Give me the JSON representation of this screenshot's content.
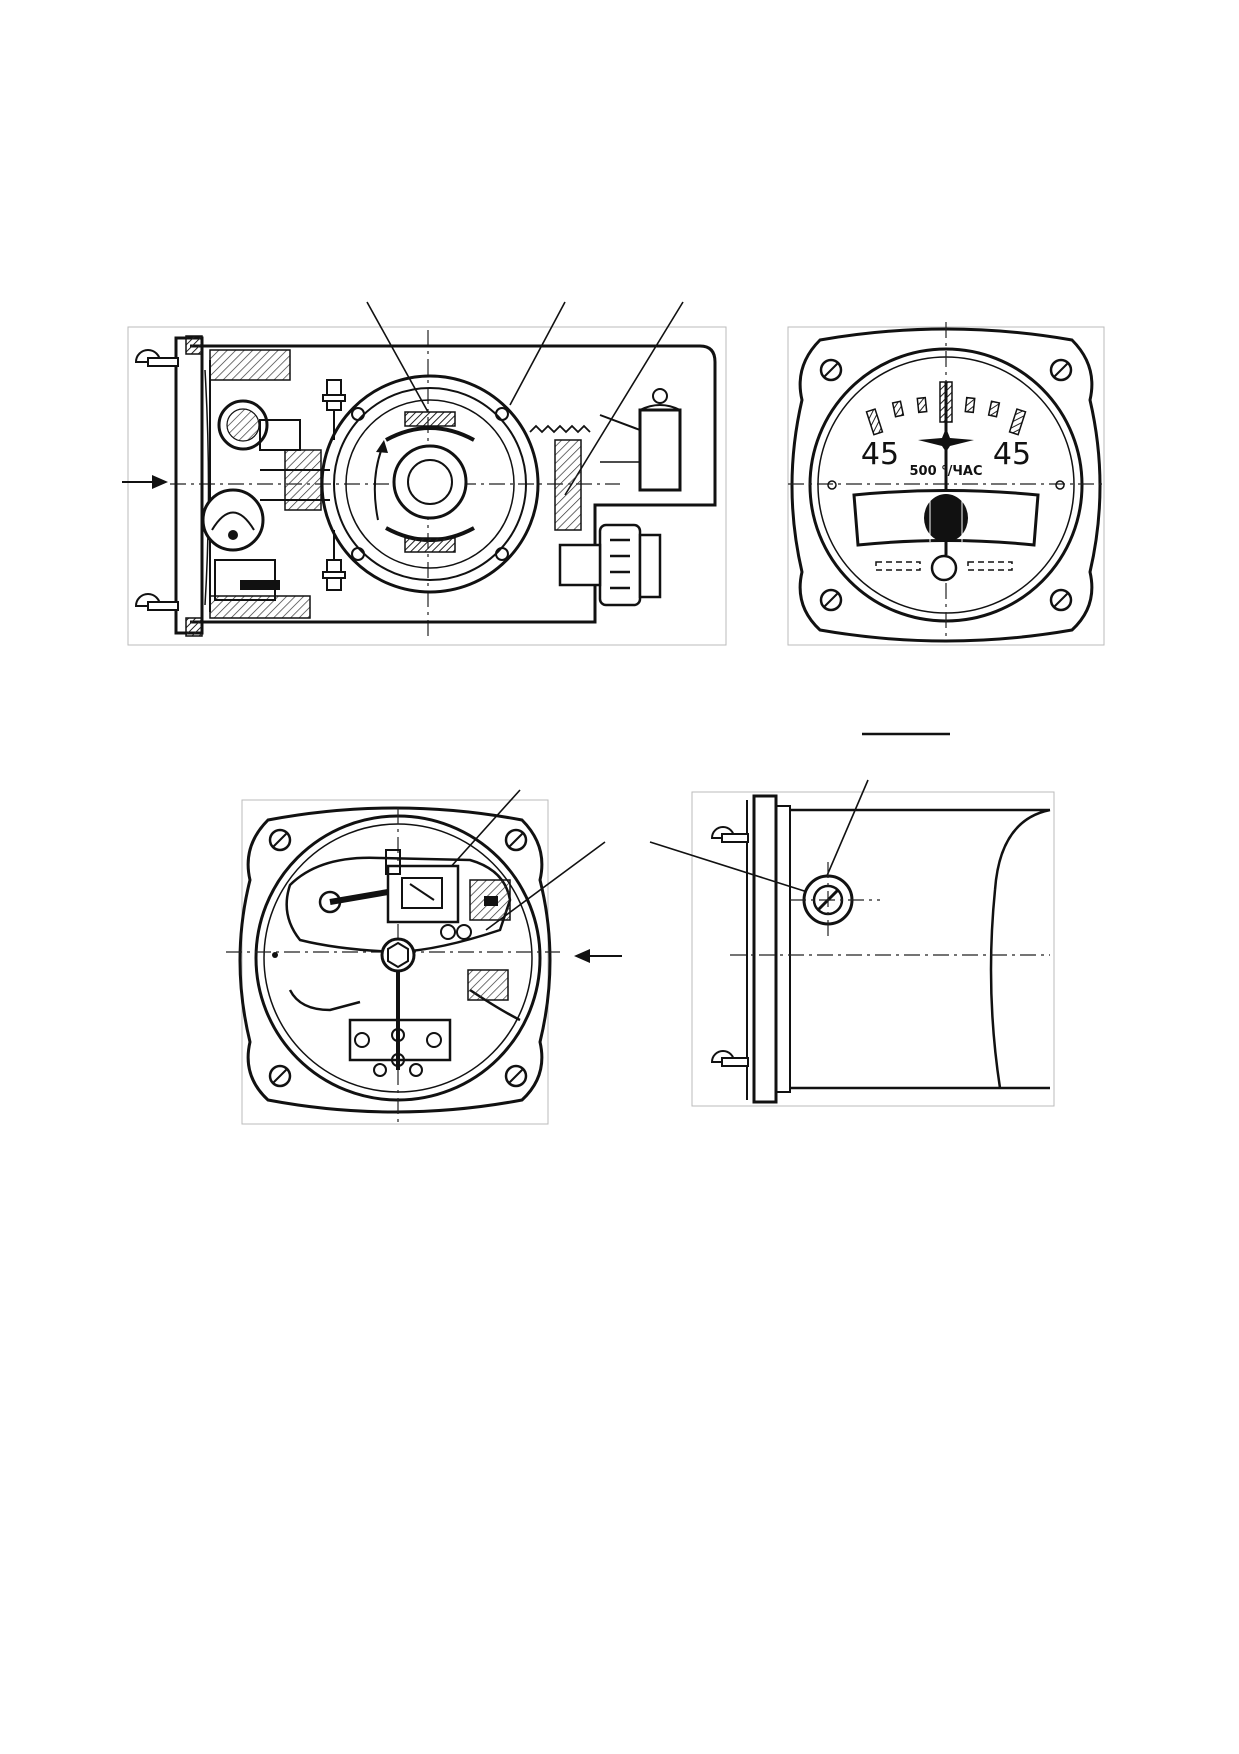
{
  "indicator_face": {
    "scale_left": "45",
    "scale_right": "45",
    "rate_label": "500 °/ЧАС"
  },
  "colors": {
    "ink": "#1a1a1a",
    "paper": "#ffffff",
    "hatch": "#555555"
  }
}
